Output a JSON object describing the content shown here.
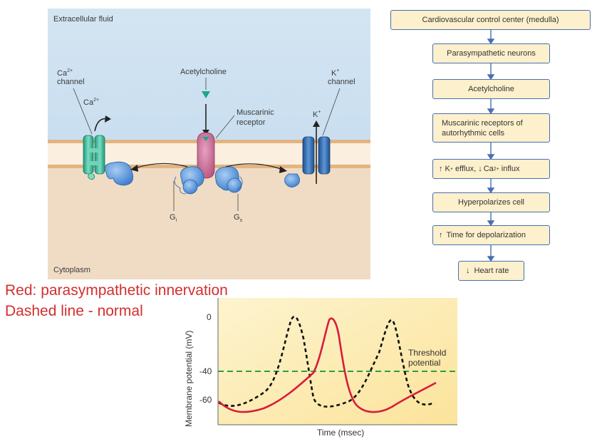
{
  "cell_diagram": {
    "extracellular_label": "Extracellular fluid",
    "cytoplasm_label": "Cytoplasm",
    "ca_channel": {
      "line1_base": "Ca",
      "line1_sup": "2+",
      "line2": "channel"
    },
    "ca_ion": {
      "base": "Ca",
      "sup": "2+"
    },
    "acetylcholine_label": "Acetylcholine",
    "receptor": {
      "line1": "Muscarinic",
      "line2": "receptor"
    },
    "k_channel": {
      "line1_base": "K",
      "line1_sup": "+",
      "line2": "channel"
    },
    "k_ion": {
      "base": "K",
      "sup": "+"
    },
    "gi": {
      "base": "G",
      "sub": "i"
    },
    "gs": {
      "base": "G",
      "sub": "s"
    }
  },
  "flowchart": {
    "steps": [
      {
        "text": "Cardiovascular control center (medulla)"
      },
      {
        "text": "Parasympathetic neurons"
      },
      {
        "text": "Acetylcholine"
      },
      {
        "line1": "Muscarinic receptors of",
        "line2": "autorhythmic cells"
      },
      {
        "k": "K",
        "k_sup": "+",
        "efflux": " efflux, ",
        "ca": "Ca",
        "ca_sup": "2+",
        "influx": " influx"
      },
      {
        "text": "Hyperpolarizes cell"
      },
      {
        "text": "Time for depolarization"
      },
      {
        "text": "Heart rate"
      }
    ]
  },
  "notes": {
    "red_note": "Red: parasympathetic innervation",
    "dashed_note": "Dashed line - normal"
  },
  "chart_data": {
    "type": "line",
    "title": "",
    "xlabel": "Time (msec)",
    "ylabel": "Membrane potential (mV)",
    "yticks": [
      "0",
      "-40",
      "-60"
    ],
    "annotation": {
      "line1": "Threshold",
      "line2": "potential"
    },
    "colors": {
      "parasympathetic": "#d81b3c",
      "normal": "#111111",
      "threshold": "#2e9e3e",
      "background": "#fdeeb8"
    },
    "series": [
      {
        "label": "normal (dashed)",
        "style": "dashed"
      },
      {
        "label": "parasympathetic (red)",
        "style": "solid"
      },
      {
        "label": "threshold",
        "style": "dashed",
        "value": -40
      }
    ]
  }
}
